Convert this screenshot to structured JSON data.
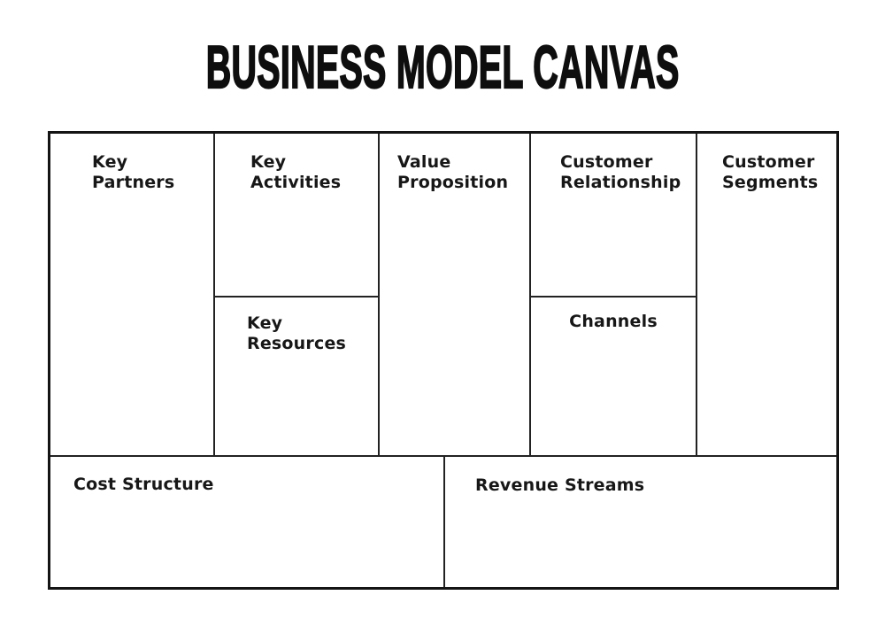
{
  "page": {
    "title": "BUSINESS MODEL CANVAS",
    "background_color": "#ffffff",
    "line_color": "#1a1a1a",
    "text_color": "#171717"
  },
  "canvas": {
    "cells": {
      "key_partners": {
        "label": "Key\nPartners"
      },
      "key_activities": {
        "label": "Key\nActivities"
      },
      "key_resources": {
        "label": "Key\nResources"
      },
      "value_proposition": {
        "label": "Value\nProposition"
      },
      "customer_relationship": {
        "label": "Customer\nRelationship"
      },
      "channels": {
        "label": "Channels"
      },
      "customer_segments": {
        "label": "Customer\nSegments"
      },
      "cost_structure": {
        "label": "Cost Structure"
      },
      "revenue_streams": {
        "label": "Revenue Streams"
      }
    }
  }
}
